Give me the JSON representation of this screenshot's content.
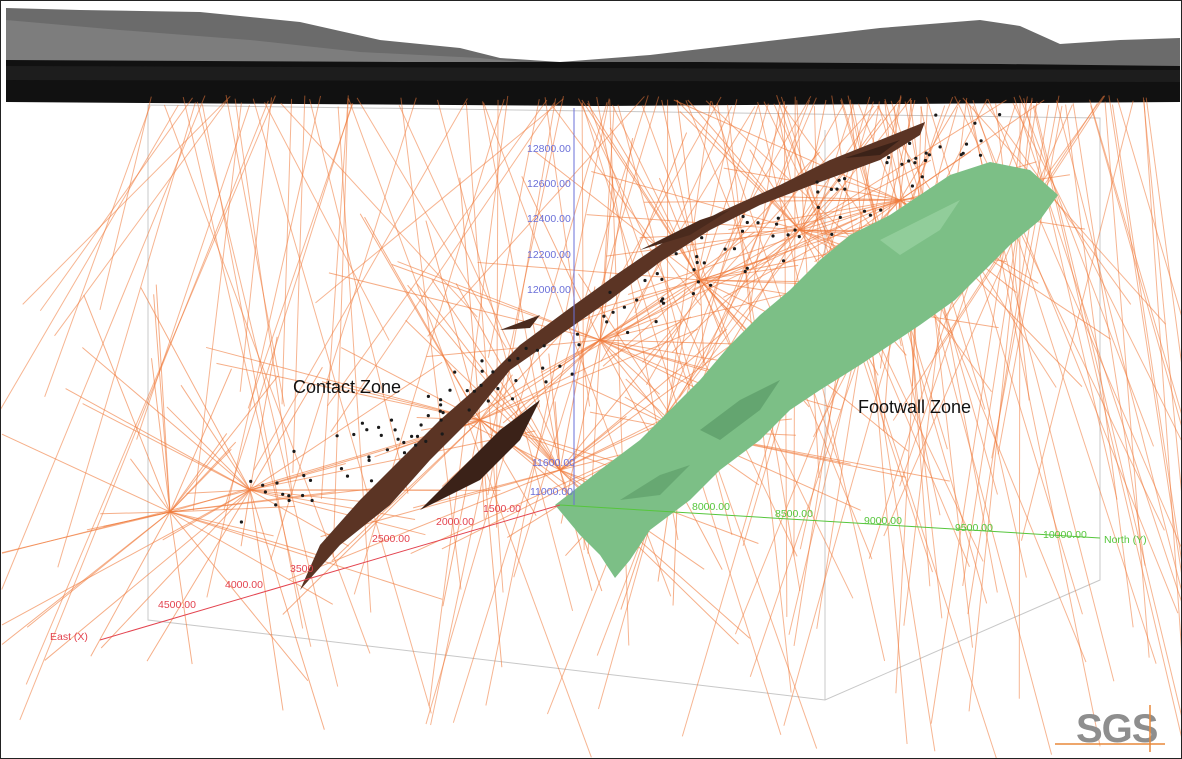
{
  "labels": {
    "contact_zone": "Contact Zone",
    "footwall_zone": "Footwall Zone"
  },
  "axes": {
    "east": {
      "name": "East (X)",
      "ticks": [
        "4500.00",
        "4000.00",
        "3500",
        "2500.00",
        "2000.00",
        "1500.00"
      ]
    },
    "north": {
      "name": "North (Y)",
      "ticks": [
        "8000.00",
        "8500.00",
        "9000.00",
        "9500.00",
        "10000.00"
      ]
    },
    "elevation": {
      "ticks": [
        "12800.00",
        "12600.00",
        "12400.00",
        "12200.00",
        "12000.00",
        "11600.00",
        "11000.00"
      ]
    }
  },
  "logo": {
    "text": "SGS"
  },
  "colors": {
    "drillhole": "#f07a3a",
    "contact_zone": "#5a3524",
    "footwall_zone": "#7cbf86",
    "terrain": "#111111",
    "axis_x": "#e3434f",
    "axis_y": "#56c63c",
    "axis_z": "#6a6fd8"
  }
}
